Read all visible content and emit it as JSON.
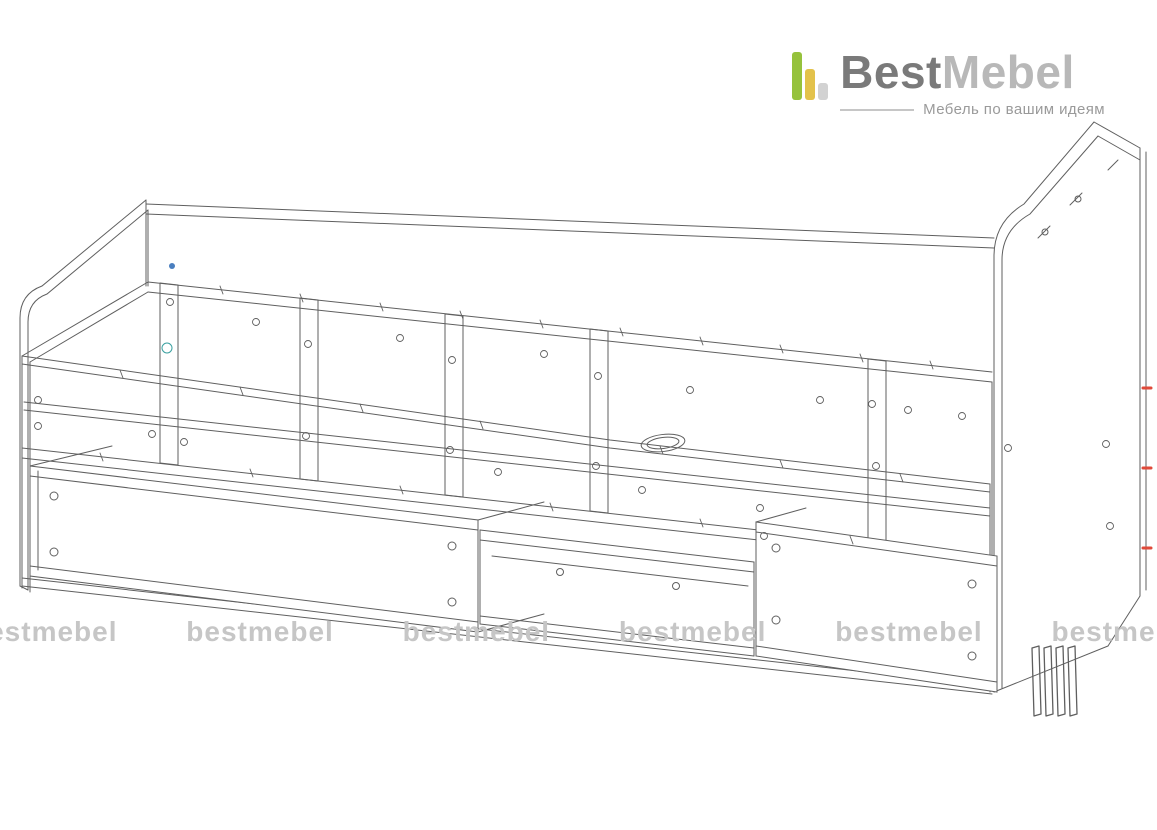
{
  "logo": {
    "best": "Best",
    "mebel": "Mebel",
    "tagline": "Мебель по вашим идеям"
  },
  "watermark": {
    "text": "bestmebel",
    "count": 6
  },
  "colors": {
    "brandGreen": "#96c23c",
    "brandYellow": "#e3c24b",
    "brandGrayBar": "#d2d2d2",
    "logoDark": "#7a7a7a",
    "logoLight": "#b8b8b8",
    "taglineGray": "#9a9a9a",
    "watermarkGray": "#c6c6c6",
    "lineGray": "#5f5f5f",
    "accentRed": "#e04a3a",
    "accentBlue": "#4a7fbf",
    "accentTeal": "#3aa0a0"
  }
}
